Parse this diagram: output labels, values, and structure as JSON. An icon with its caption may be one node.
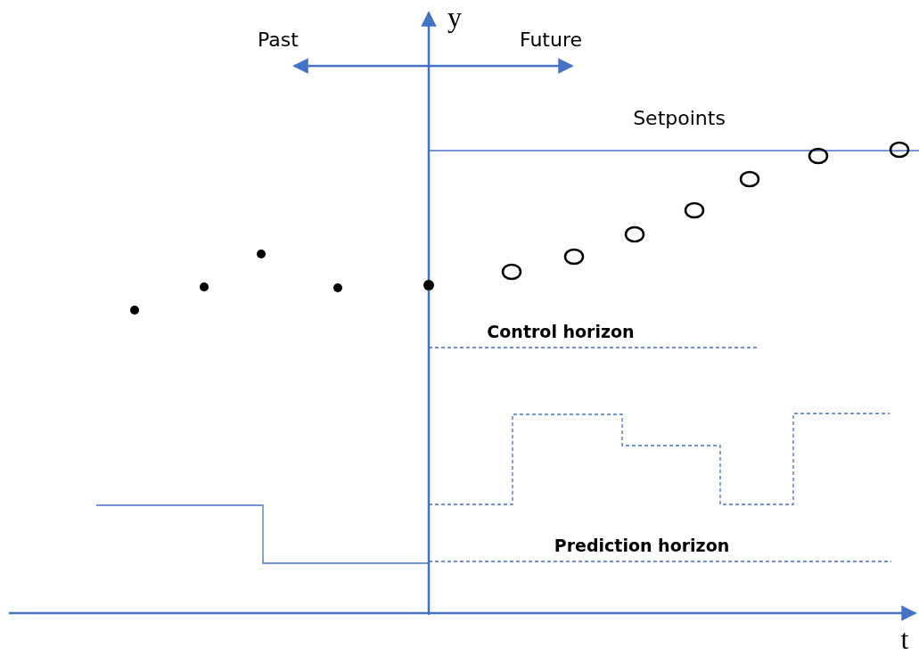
{
  "diagram": {
    "labels": [
      "y",
      "Past",
      "Future",
      "Setpoints",
      "Control horizon",
      "Prediction horizon",
      "t"
    ]
  }
}
